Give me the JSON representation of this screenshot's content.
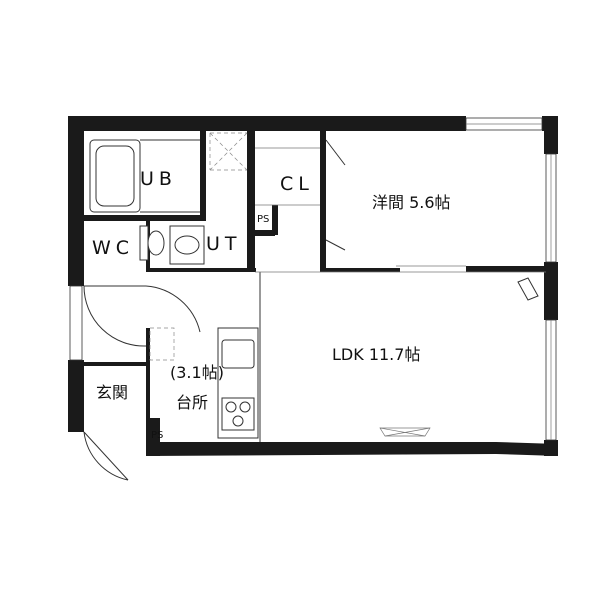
{
  "rooms": {
    "ub": "UB",
    "cl": "CL",
    "western_room": "洋間 5.6帖",
    "ps_upper": "PS",
    "wc": "WC",
    "ut": "UT",
    "ldk": "LDK 11.7帖",
    "kitchen_size": "(3.1帖)",
    "kitchen": "台所",
    "entrance": "玄関",
    "ps_lower": "PS"
  }
}
